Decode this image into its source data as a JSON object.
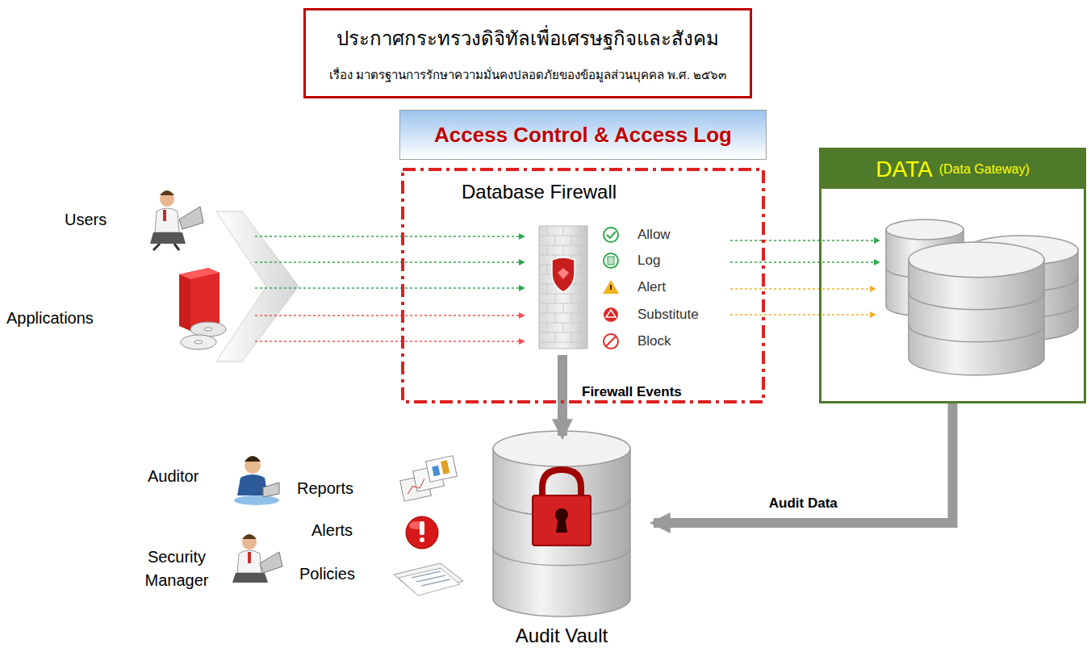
{
  "diagram": {
    "nodes": [
      {
        "text": [
          "ประกาศกระทรวงดิจิทัลเพื่อเศรษฐกิจและสังคม",
          "เรื่อง มาตรฐานการรักษาความมั่นคงปลอดภัยของข้อมูลส่วนบุคคล พ.ศ. ๒๕๖๓"
        ]
      },
      {
        "text": [
          "Access Control & Access Log"
        ]
      },
      {
        "text": [
          "Database Firewall",
          "Allow",
          "Log",
          "Alert",
          "Substitute",
          "Block",
          "Firewall Events"
        ]
      },
      {
        "text": [
          "DATA",
          "(Data Gateway)"
        ]
      },
      {
        "text": [
          "Audit Vault"
        ]
      }
    ],
    "edges": [
      {
        "from": 2,
        "to": 4,
        "arrow": "to"
      },
      {
        "from": 3,
        "to": 4,
        "label": "Audit Data",
        "arrow": "to"
      }
    ],
    "labels": [
      "Users",
      "Applications",
      "Auditor",
      "Reports",
      "Alerts",
      "Security Manager",
      "Policies"
    ]
  }
}
